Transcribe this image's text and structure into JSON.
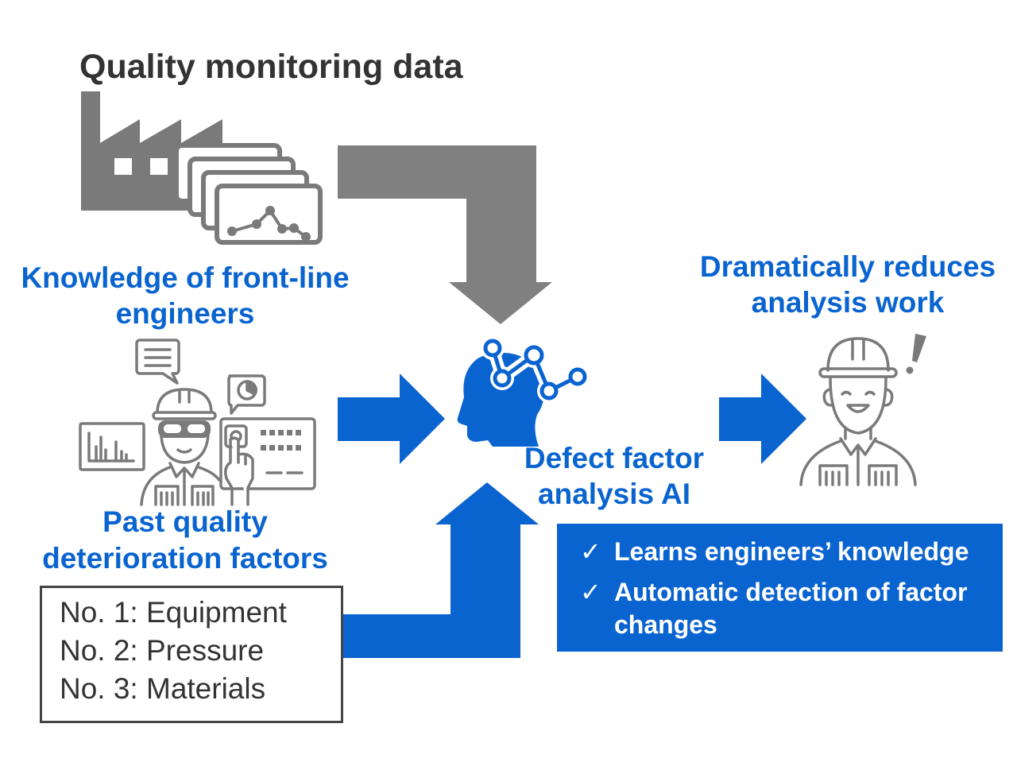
{
  "colors": {
    "blue": "#0a64d0",
    "gray_arrow": "#808080",
    "icon_gray": "#7a7a7a",
    "text_dark": "#333333"
  },
  "title": "Quality monitoring data",
  "knowledge_label": [
    "Knowledge of front-line",
    "engineers"
  ],
  "past_factors_label": [
    "Past quality",
    "deterioration factors"
  ],
  "factors": [
    "No. 1: Equipment",
    "No. 2: Pressure",
    "No. 3: Materials"
  ],
  "ai_label": [
    "Defect factor",
    "analysis AI"
  ],
  "result_label": [
    "Dramatically reduces",
    "analysis work"
  ],
  "benefits": [
    {
      "check": "✓",
      "lines": [
        "Learns engineers’ knowledge"
      ]
    },
    {
      "check": "✓",
      "lines": [
        "Automatic detection of factor",
        "changes"
      ]
    }
  ],
  "icons": {
    "factory": "factory-icon",
    "charts": "chart-cards-icon",
    "engineer_at_panel": "engineer-touch-panel-icon",
    "ai_head": "ai-head-network-icon",
    "engineer_result": "engineer-exclamation-icon"
  }
}
